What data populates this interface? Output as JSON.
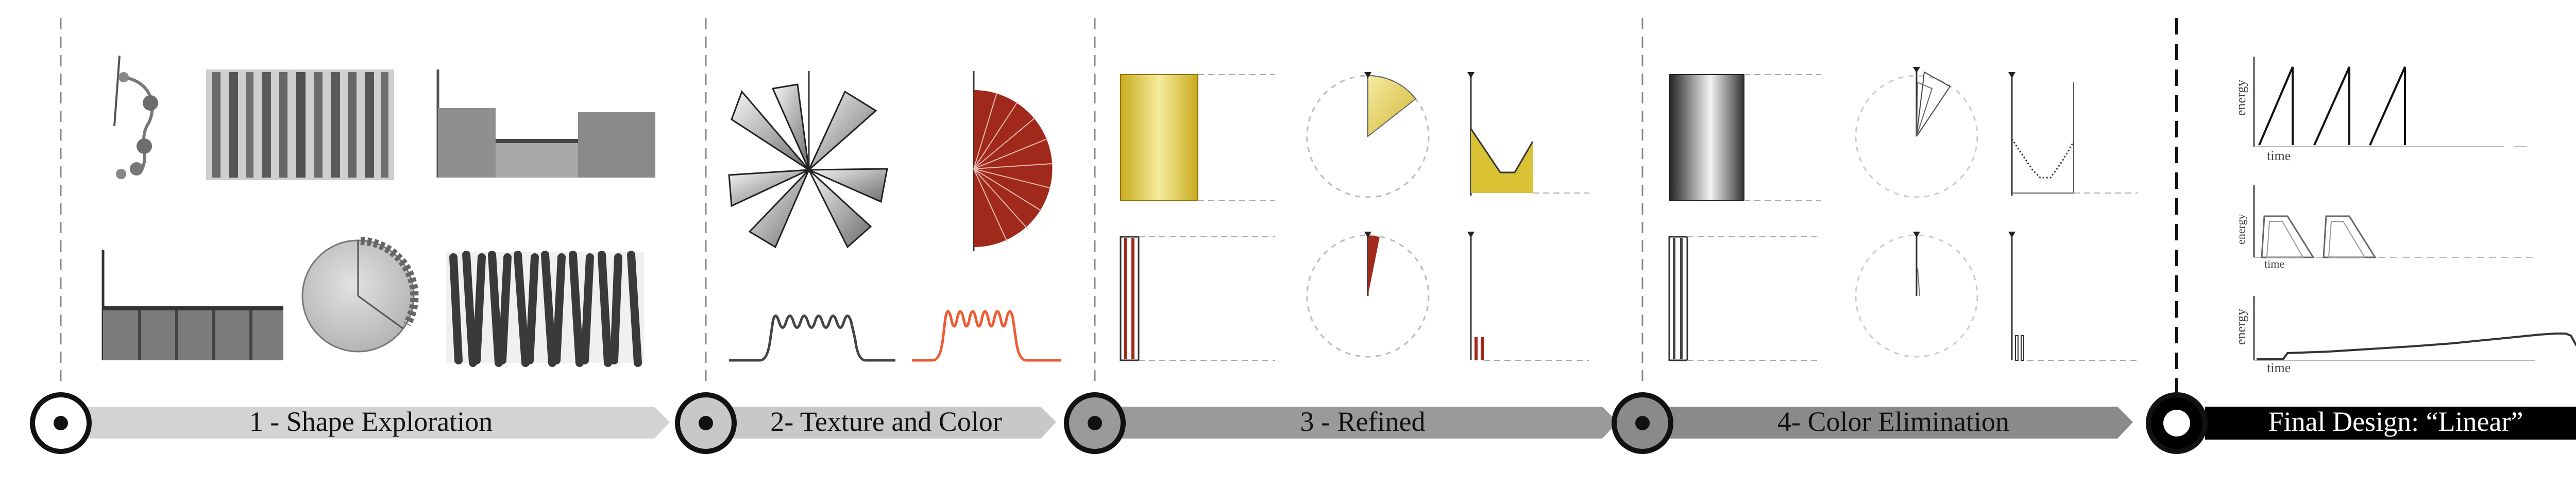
{
  "stages": [
    {
      "number_label": "1 - Shape Exploration",
      "color": "#d3d3d3"
    },
    {
      "number_label": "2- Texture and Color",
      "color": "#c8c8c8"
    },
    {
      "number_label": "3 - Refined",
      "color": "#9a9a9a"
    },
    {
      "number_label": "4- Color Elimination",
      "color": "#8a8a8a"
    },
    {
      "number_label": "Final Design: “Linear”",
      "color": "#000000"
    }
  ],
  "final_design": {
    "charts": [
      {
        "ylabel": "energy",
        "xlabel": "time"
      },
      {
        "ylabel": "energy",
        "xlabel": "time"
      },
      {
        "ylabel": "energy",
        "xlabel": "time"
      }
    ]
  },
  "colors": {
    "gold": "#d9c233",
    "red": "#a0291c",
    "orange_red": "#ee5a33",
    "dark": "#222222"
  }
}
